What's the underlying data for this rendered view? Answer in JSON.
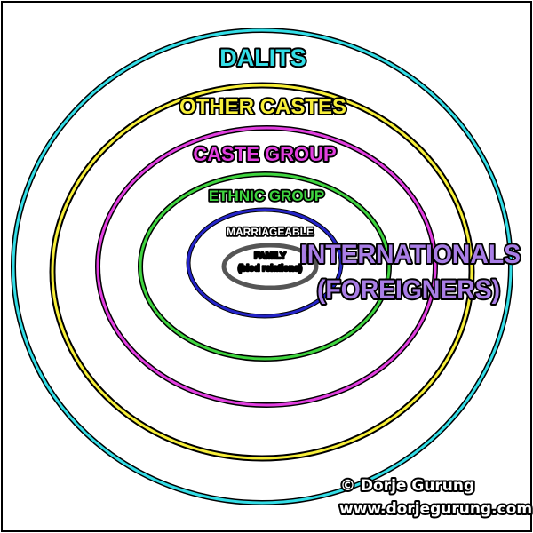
{
  "rings": [
    {
      "label": "DALITS",
      "color": "#33dde6"
    },
    {
      "label": "OTHER CASTES",
      "color": "#f7ef3a"
    },
    {
      "label": "CASTE GROUP",
      "color": "#e23fe0"
    },
    {
      "label": "ETHNIC GROUP",
      "color": "#3fd43f"
    },
    {
      "label": "MARRIAGEABLE",
      "color": "#2424c8"
    }
  ],
  "family": {
    "line1": "FAMILY",
    "line2": "(blod relations)",
    "color": "#555555"
  },
  "internationals": {
    "line1": "INTERNATIONALS",
    "line2": "(FOREIGNERS)",
    "color": "#a97ee6"
  },
  "credit": {
    "line1": "© Dorje Gurung",
    "line2": "www.dorjegurung.com"
  }
}
